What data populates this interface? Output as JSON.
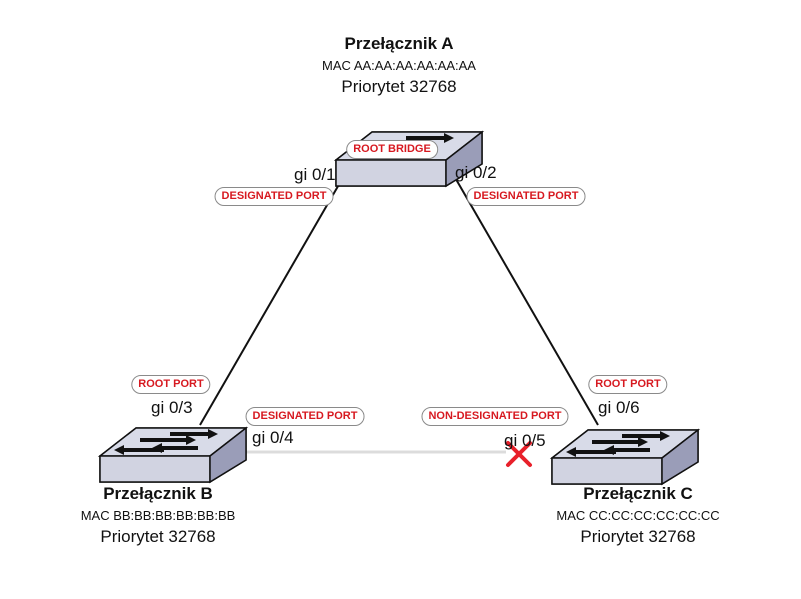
{
  "switches": {
    "a": {
      "name": "Przełącznik A",
      "mac": "MAC AA:AA:AA:AA:AA:AA",
      "priority": "Priorytet 32768",
      "badge": "ROOT BRIDGE"
    },
    "b": {
      "name": "Przełącznik B",
      "mac": "MAC BB:BB:BB:BB:BB:BB",
      "priority": "Priorytet 32768"
    },
    "c": {
      "name": "Przełącznik C",
      "mac": "MAC CC:CC:CC:CC:CC:CC",
      "priority": "Priorytet 32768"
    }
  },
  "ports": {
    "a_gi01": {
      "label": "gi 0/1",
      "role": "DESIGNATED PORT"
    },
    "a_gi02": {
      "label": "gi 0/2",
      "role": "DESIGNATED PORT"
    },
    "b_gi03": {
      "label": "gi 0/3",
      "role": "ROOT PORT"
    },
    "b_gi04": {
      "label": "gi 0/4",
      "role": "DESIGNATED PORT"
    },
    "c_gi05": {
      "label": "gi 0/5",
      "role": "NON-DESIGNATED PORT",
      "blocked": true
    },
    "c_gi06": {
      "label": "gi 0/6",
      "role": "ROOT PORT"
    }
  },
  "colors": {
    "role_text": "#d71920",
    "blocked_mark": "#e8202a",
    "switch_top": "#d8dbe8",
    "switch_side": "#9a9db8",
    "link_active": "#111111",
    "link_blocked": "#dcdcdc"
  },
  "icons": {
    "switch": "network-switch-icon",
    "blocked": "blocked-x-icon"
  }
}
